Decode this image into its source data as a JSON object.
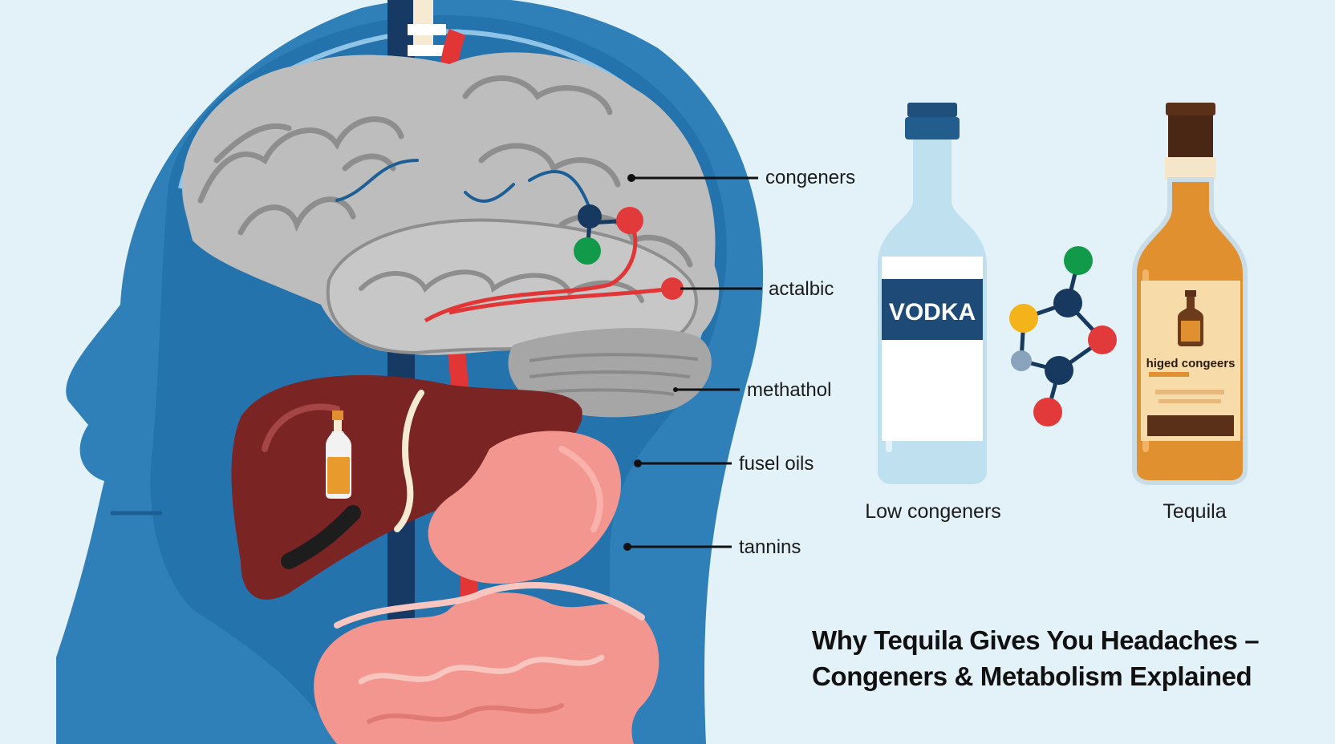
{
  "labels": {
    "congeners": "congeners",
    "actalbic": "actalbic",
    "methathol": "methathol",
    "fusel_oils": "fusel oils",
    "tannins": "tannins"
  },
  "bottles": {
    "vodka_label": "VODKA",
    "vodka_caption": "Low congeners",
    "tequila_label": "higed congeers",
    "tequila_caption": "Tequila"
  },
  "title": {
    "line1": "Why Tequila Gives You Headaches –",
    "line2": "Congeners & Metabolism Explained"
  },
  "colors": {
    "background": "#e3f1f8",
    "head_blue": "#2f7fb8",
    "head_dark": "#1d5f95",
    "brain_gray": "#bdbdbd",
    "liver": "#7b2424",
    "stomach_pink": "#f3968f",
    "artery_red": "#e23636",
    "vein_navy": "#163a63",
    "tequila_amber": "#e0902e",
    "vodka_blue": "#bfe1ef",
    "molecule_navy": "#17395f",
    "molecule_red": "#e23a3a",
    "molecule_green": "#129a4b",
    "molecule_yellow": "#f4b319",
    "molecule_gray": "#8aa3bd"
  },
  "icons": [
    "head-silhouette-icon",
    "brain-icon",
    "liver-icon",
    "stomach-icon",
    "intestine-icon",
    "mini-bottle-icon",
    "vodka-bottle-icon",
    "tequila-bottle-icon",
    "molecule-icon"
  ]
}
